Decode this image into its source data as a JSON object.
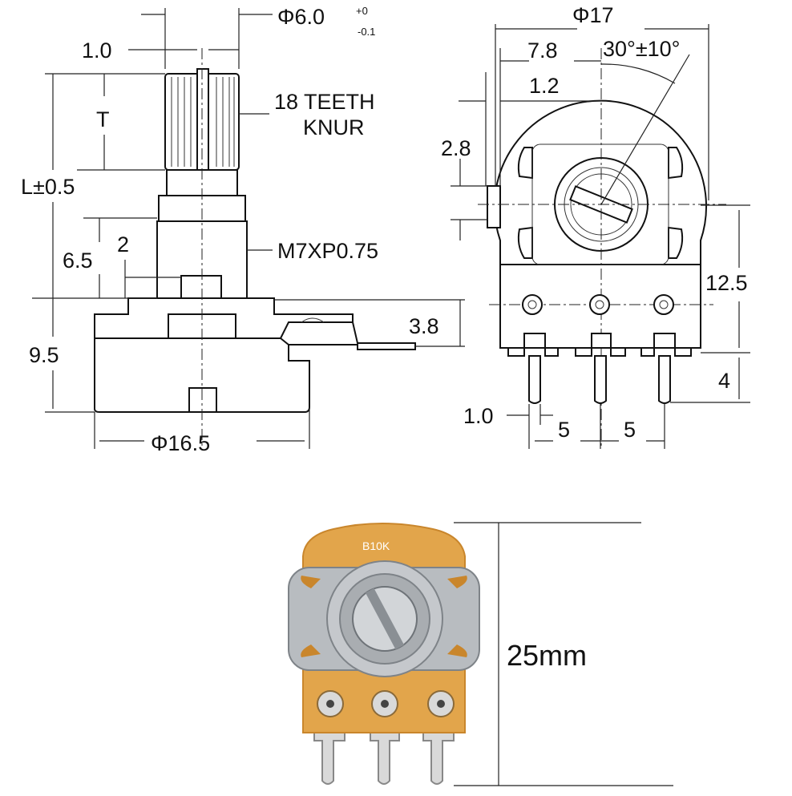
{
  "side_view": {
    "shaft_diameter": "Φ6.0",
    "shaft_tol_upper": "+0",
    "shaft_tol_lower": "-0.1",
    "slot_width": "1.0",
    "knurl_height": "T",
    "knurl_label_line1": "18 TEETH",
    "knurl_label_line2": "KNUR",
    "length": "L±0.5",
    "bushing_height": "6.5",
    "flat_dim": "2",
    "thread": "M7XP0.75",
    "body_height": "9.5",
    "terminal_offset": "3.8",
    "body_diameter": "Φ16.5"
  },
  "front_view": {
    "outer_diameter": "Φ17",
    "offset_7_8": "7.8",
    "angle": "30°±10°",
    "offset_1_2": "1.2",
    "tab_height": "2.8",
    "pcb_height": "12.5",
    "pin_length": "4",
    "pin_width": "1.0",
    "pin_pitch_1": "5",
    "pin_pitch_2": "5"
  },
  "photo": {
    "marking": "B10K",
    "size_label": "25mm"
  },
  "colors": {
    "line": "#111111",
    "pcb": "#e2a54b",
    "pcb_dark": "#c9862c",
    "metal": "#b8bcc0",
    "metal_dark": "#7e8388",
    "pin": "#d9d9d9"
  }
}
